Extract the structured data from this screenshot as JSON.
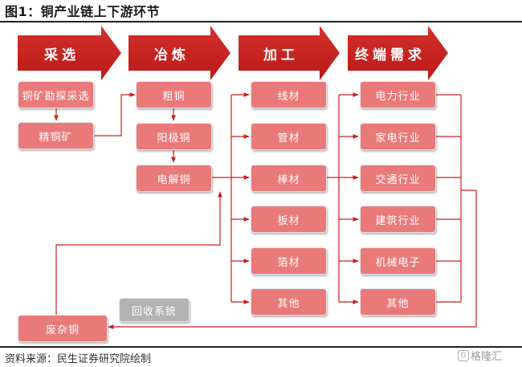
{
  "title": "图1：铜产业链上下游环节",
  "footer": {
    "source": "资料来源：民生证券研究院绘制",
    "watermark": "格隆汇"
  },
  "colors": {
    "box": "#ea7a7a",
    "arrow": "#c8201e",
    "line": "#c8201e",
    "recycle_box": "#b3b3b3"
  },
  "stages": [
    "采选",
    "冶炼",
    "加工",
    "终端需求"
  ],
  "mining": [
    "铜矿勘探采选",
    "精铜矿"
  ],
  "smelting": [
    "粗铜",
    "阳极铜",
    "电解铜"
  ],
  "processing": [
    "线材",
    "管材",
    "棒材",
    "板材",
    "箔材",
    "其他"
  ],
  "demand": [
    "电力行业",
    "家电行业",
    "交通行业",
    "建筑行业",
    "机械电子",
    "其他"
  ],
  "recycling": {
    "label": "回收系统",
    "scrap": "废杂铜"
  }
}
